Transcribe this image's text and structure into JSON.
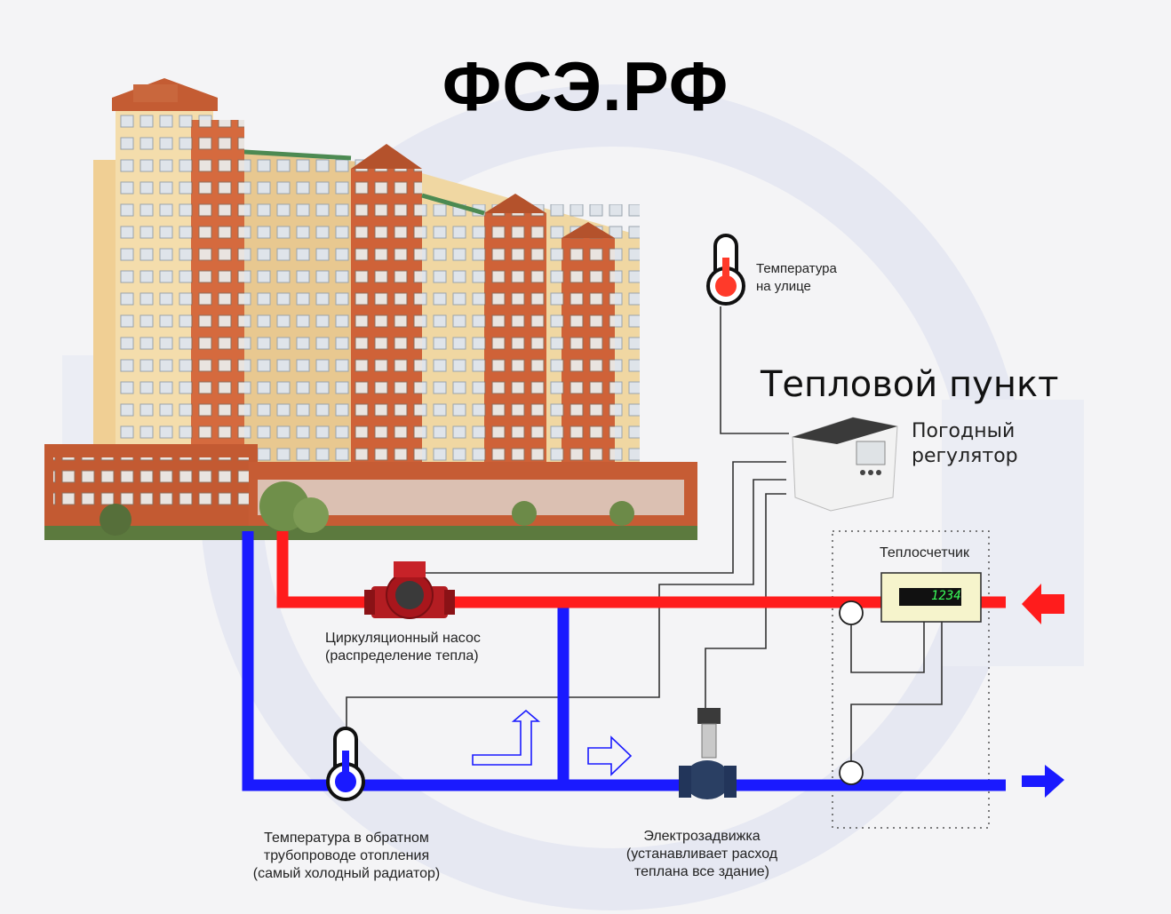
{
  "site_title": "ФСЭ.РФ",
  "heat_point_title": "Тепловой пункт",
  "outdoor_temp_label": [
    "Температура",
    "на улице"
  ],
  "weather_regulator_label": [
    "Погодный",
    "регулятор"
  ],
  "heat_meter_label": "Теплосчетчик",
  "heat_meter_display": "1234",
  "pump_label": [
    "Циркуляционный насос",
    "(распределение тепла)"
  ],
  "return_temp_label": [
    "Температура в обратном",
    "трубопроводе отопления",
    "(самый холодный радиатор)"
  ],
  "valve_label": [
    "Электрозадвижка",
    "(устанавливает расход",
    "теплана все здание)"
  ],
  "colors": {
    "supply_pipe": "#ff1c1c",
    "return_pipe": "#1a1aff",
    "wire": "#333333",
    "brick": "#d0653a",
    "facade": "#f2dba6"
  }
}
